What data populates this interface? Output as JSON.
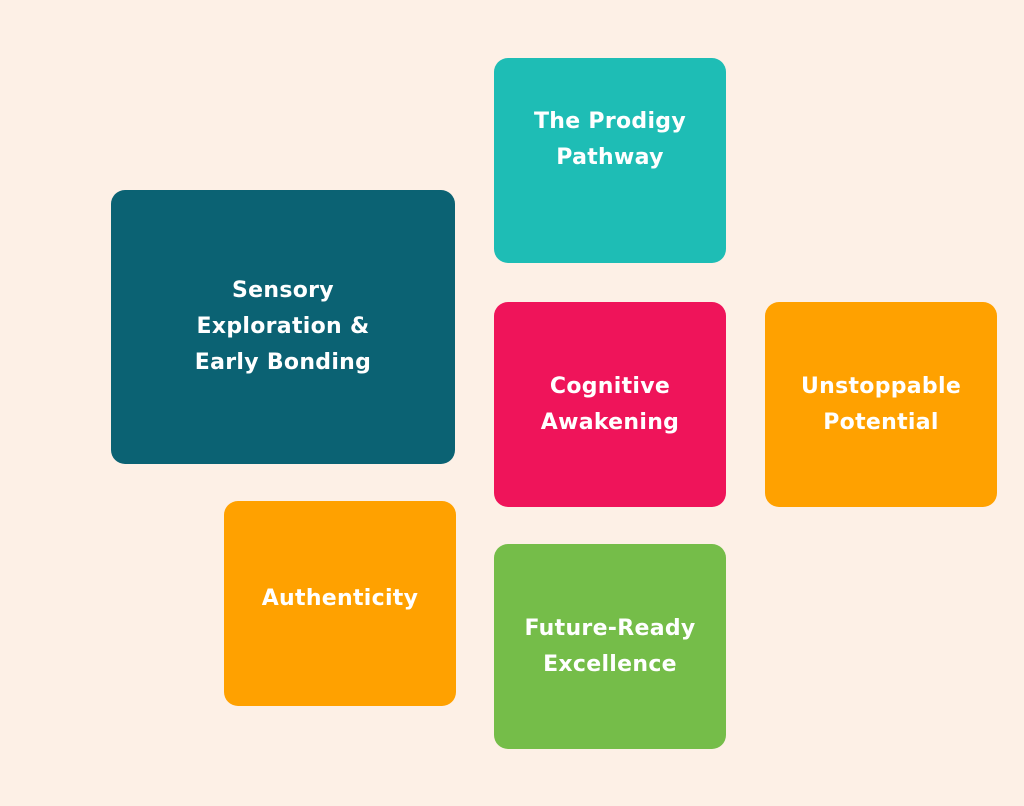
{
  "colors": {
    "background": "#fdf0e6",
    "dark_teal": "#0b6273",
    "teal": "#1ebdb5",
    "pink": "#ef145a",
    "orange": "#ffa100",
    "green": "#75bd49",
    "text": "#ffffff"
  },
  "tiles": {
    "sensory": {
      "lines": [
        "Sensory",
        "Exploration &",
        "Early Bonding"
      ],
      "color": "#0b6273"
    },
    "prodigy": {
      "lines": [
        "The Prodigy",
        "Pathway"
      ],
      "color": "#1ebdb5"
    },
    "cognitive": {
      "lines": [
        "Cognitive",
        "Awakening"
      ],
      "color": "#ef145a"
    },
    "unstoppable": {
      "lines": [
        "Unstoppable",
        "Potential"
      ],
      "color": "#ffa100"
    },
    "authenticity": {
      "lines": [
        "Authenticity"
      ],
      "color": "#ffa100"
    },
    "future": {
      "lines": [
        "Future-Ready",
        "Excellence"
      ],
      "color": "#75bd49"
    }
  }
}
